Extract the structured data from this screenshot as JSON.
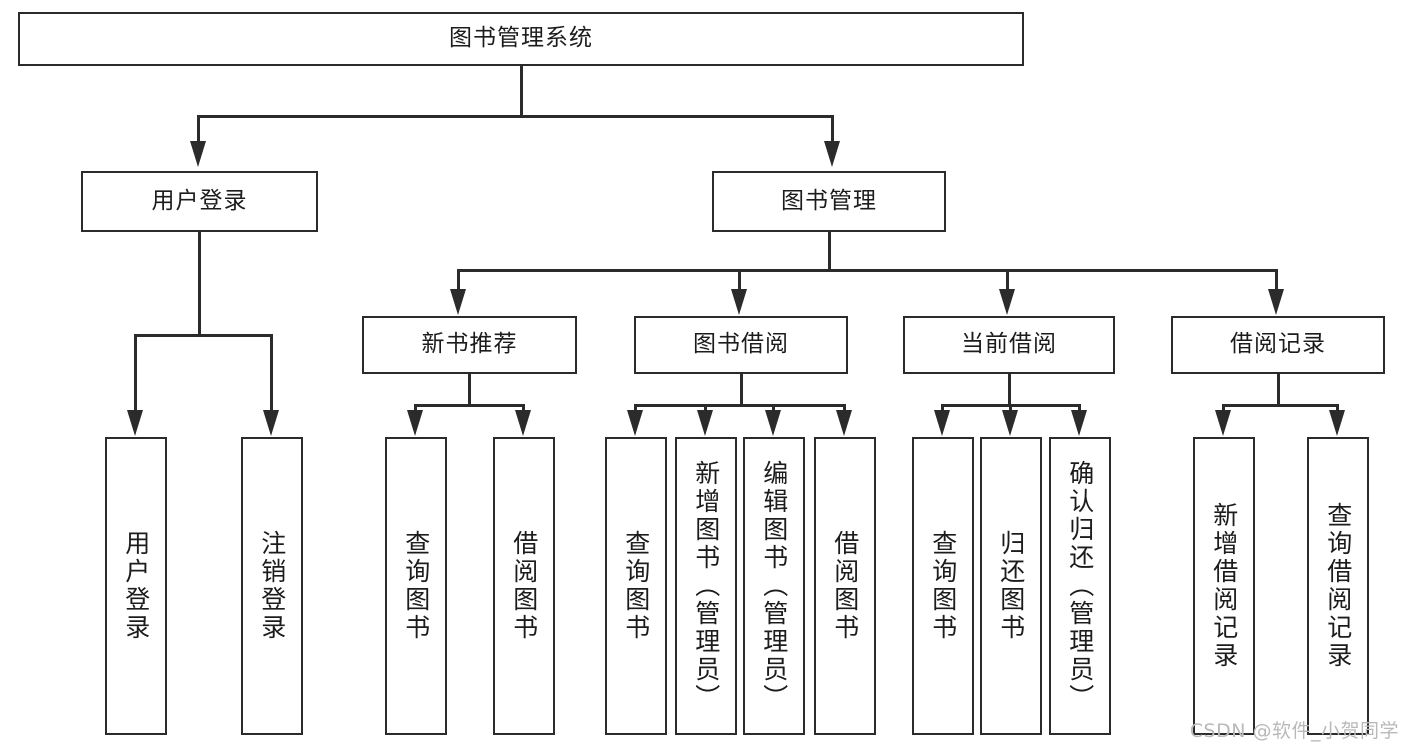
{
  "diagram": {
    "title": "图书管理系统",
    "type": "hierarchy-tree",
    "watermark": "CSDN @软件_小贺同学",
    "colors": {
      "stroke": "#2b2b2b",
      "fill": "#ffffff",
      "text": "#1c1c1c",
      "watermark": "#b9b9b9"
    },
    "levels": [
      {
        "level": 0,
        "nodes": [
          {
            "id": "root",
            "label": "图书管理系统",
            "orientation": "horizontal"
          }
        ]
      },
      {
        "level": 1,
        "nodes": [
          {
            "id": "login",
            "label": "用户登录",
            "orientation": "horizontal",
            "parent": "root"
          },
          {
            "id": "bookmgmt",
            "label": "图书管理",
            "orientation": "horizontal",
            "parent": "root"
          }
        ]
      },
      {
        "level": 2,
        "nodes": [
          {
            "id": "newbook",
            "label": "新书推荐",
            "orientation": "horizontal",
            "parent": "bookmgmt"
          },
          {
            "id": "borrow",
            "label": "图书借阅",
            "orientation": "horizontal",
            "parent": "bookmgmt"
          },
          {
            "id": "current",
            "label": "当前借阅",
            "orientation": "horizontal",
            "parent": "bookmgmt"
          },
          {
            "id": "records",
            "label": "借阅记录",
            "orientation": "horizontal",
            "parent": "bookmgmt"
          }
        ]
      },
      {
        "level": 3,
        "nodes": [
          {
            "id": "leaf-1",
            "label": "用户登录",
            "orientation": "vertical",
            "parent": "login"
          },
          {
            "id": "leaf-2",
            "label": "注销登录",
            "orientation": "vertical",
            "parent": "login"
          },
          {
            "id": "leaf-3",
            "label": "查询图书",
            "orientation": "vertical",
            "parent": "newbook"
          },
          {
            "id": "leaf-4",
            "label": "借阅图书",
            "orientation": "vertical",
            "parent": "newbook"
          },
          {
            "id": "leaf-5",
            "label": "查询图书",
            "orientation": "vertical",
            "parent": "borrow"
          },
          {
            "id": "leaf-6",
            "label": "新增图书（管理员）",
            "orientation": "vertical",
            "parent": "borrow"
          },
          {
            "id": "leaf-7",
            "label": "编辑图书（管理员）",
            "orientation": "vertical",
            "parent": "borrow"
          },
          {
            "id": "leaf-8",
            "label": "借阅图书",
            "orientation": "vertical",
            "parent": "borrow"
          },
          {
            "id": "leaf-9",
            "label": "查询图书",
            "orientation": "vertical",
            "parent": "current"
          },
          {
            "id": "leaf-10",
            "label": "归还图书",
            "orientation": "vertical",
            "parent": "current"
          },
          {
            "id": "leaf-11",
            "label": "确认归还（管理员）",
            "orientation": "vertical",
            "parent": "current"
          },
          {
            "id": "leaf-12",
            "label": "新增借阅记录",
            "orientation": "vertical",
            "parent": "records"
          },
          {
            "id": "leaf-13",
            "label": "查询借阅记录",
            "orientation": "vertical",
            "parent": "records"
          }
        ]
      }
    ]
  }
}
